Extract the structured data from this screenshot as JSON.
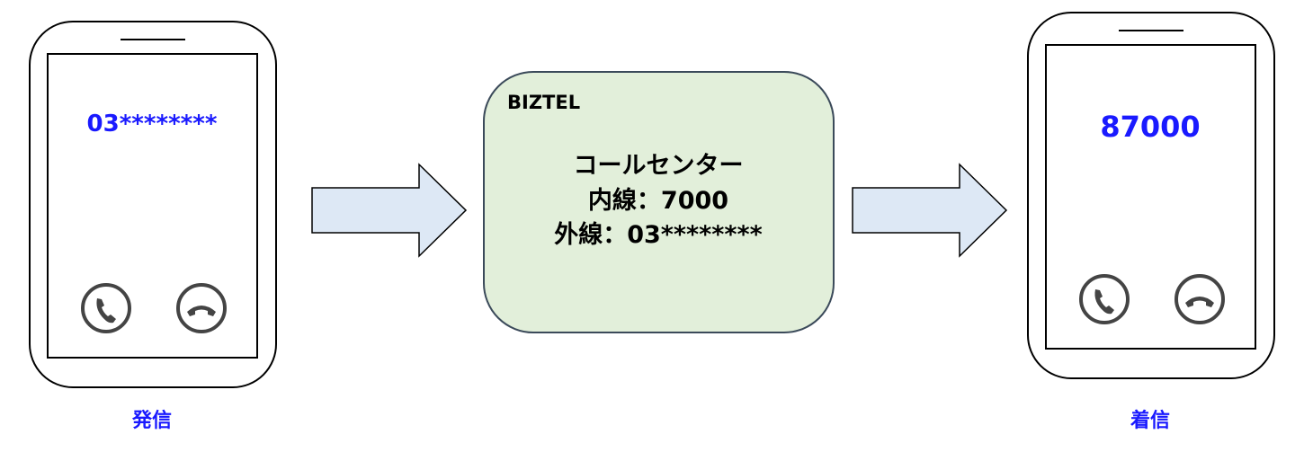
{
  "sender_phone": {
    "display_number": "03********",
    "caption": "発信"
  },
  "biztel_box": {
    "title": "BIZTEL",
    "line1": "コールセンター",
    "line2": "内線：7000",
    "line3": "外線：03********"
  },
  "receiver_phone": {
    "display_number": "87000",
    "caption": "着信"
  },
  "colors": {
    "blue_text": "#1a1aff",
    "box_fill": "#e2efda",
    "box_stroke": "#3b4a5a",
    "arrow_fill": "#dde8f5"
  },
  "icons": [
    "answer-call-icon",
    "hang-up-icon"
  ]
}
